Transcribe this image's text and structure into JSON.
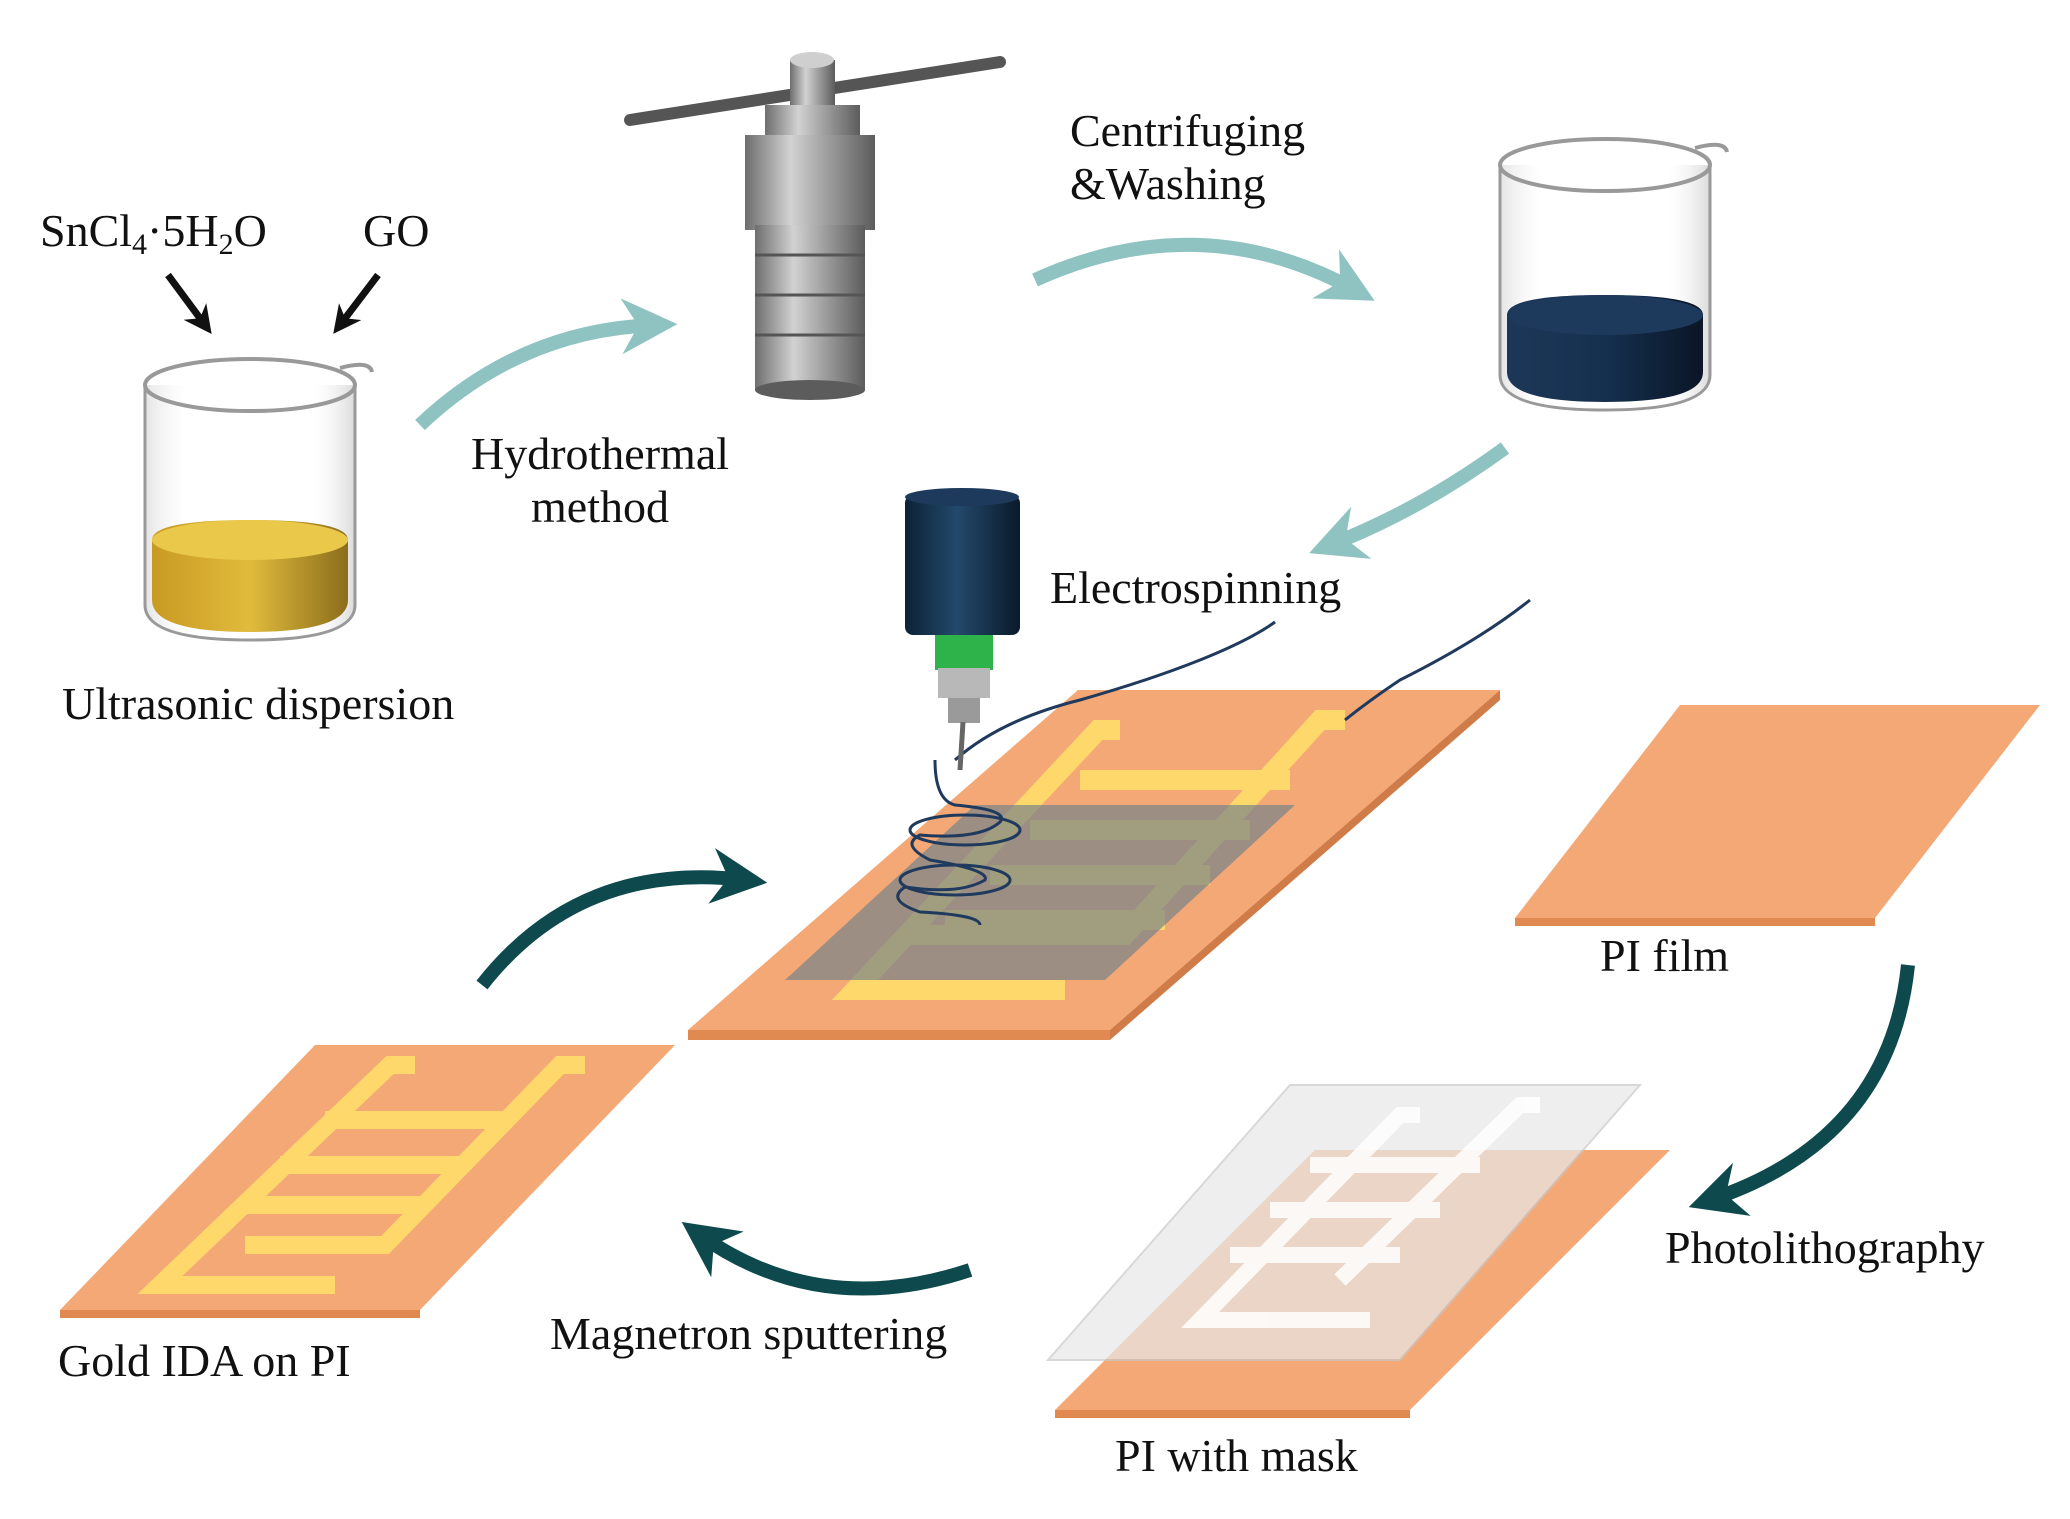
{
  "labels": {
    "reagent_1_main": "SnCl",
    "reagent_1_sub_1": "4",
    "reagent_1_mid": "·5H",
    "reagent_1_sub_2": "2",
    "reagent_1_end": "O",
    "reagent_2": "GO",
    "ultrasonic": "Ultrasonic dispersion",
    "hydrothermal_line_1": "Hydrothermal",
    "hydrothermal_line_2": "method",
    "centrifuging_line_1": "Centrifuging",
    "centrifuging_line_2": "&Washing",
    "electrospinning": "Electrospinning",
    "pi_film": "PI film",
    "photolithography": "Photolithography",
    "pi_with_mask": "PI with mask",
    "magnetron": "Magnetron sputtering",
    "gold_ida": "Gold IDA on PI"
  },
  "colors": {
    "pi_substrate": "#f4a876",
    "pi_edge": "#e08a52",
    "gold_electrode": "#ffd86b",
    "light_arrow": "#8fc3c1",
    "dark_arrow": "#0e4a4d",
    "yellow_liquid": "#d8b032",
    "dark_liquid": "#142a45",
    "steel": "#9a9a9a",
    "syringe_body": "#12304a",
    "syringe_collar": "#2eb34a",
    "sensing_film": "#6f7f8c"
  }
}
